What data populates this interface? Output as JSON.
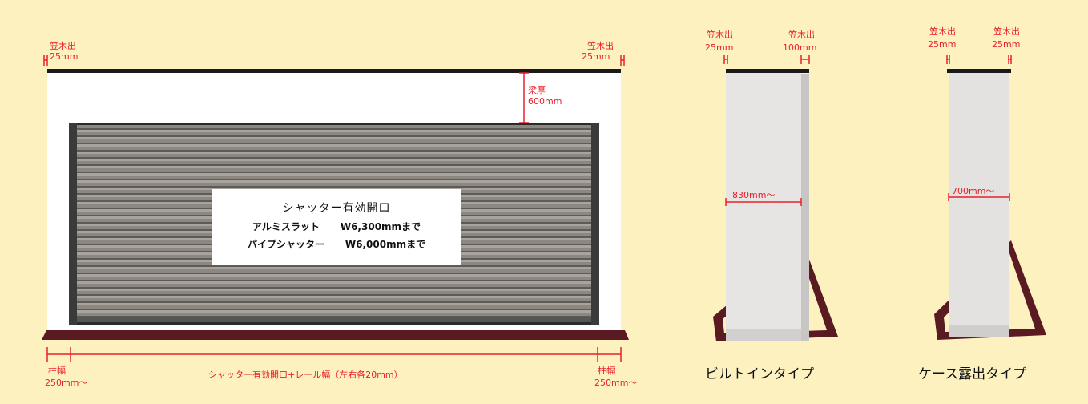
{
  "garage": {
    "eave_left": {
      "label": "笠木出",
      "value": "25mm"
    },
    "eave_right": {
      "label": "笠木出",
      "value": "25mm"
    },
    "beam": {
      "label": "梁厚",
      "value": "600mm"
    },
    "sign": {
      "title": "シャッター有効開口",
      "row1_name": "アルミスラット",
      "row1_value": "W6,300mmまで",
      "row2_name": "パイプシャッター",
      "row2_value": "W6,000mmまで"
    },
    "pillar_left": {
      "label": "柱幅",
      "value": "250mm〜"
    },
    "pillar_right": {
      "label": "柱幅",
      "value": "250mm〜"
    },
    "opening_width": "シャッター有効開口+レール幅（左右各20mm）"
  },
  "builtin": {
    "eave_left": {
      "label": "笠木出",
      "value": "25mm"
    },
    "eave_right": {
      "label": "笠木出",
      "value": "100mm"
    },
    "width": "830mm〜",
    "caption": "ビルトインタイプ"
  },
  "case": {
    "eave_left": {
      "label": "笠木出",
      "value": "25mm"
    },
    "eave_right": {
      "label": "笠木出",
      "value": "25mm"
    },
    "width": "700mm〜",
    "caption": "ケース露出タイプ"
  },
  "colors": {
    "background": "#fdf1c0",
    "dimension": "#e8202a",
    "shutter": "#86827b",
    "frame": "#5a1a22"
  }
}
